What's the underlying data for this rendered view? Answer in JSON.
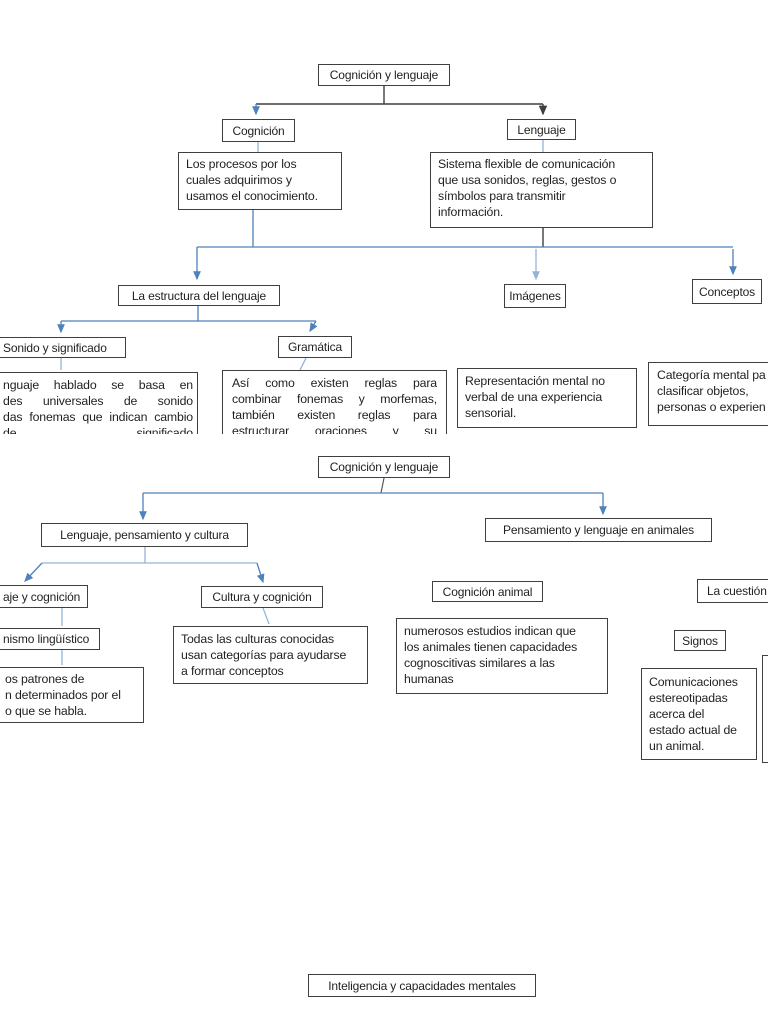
{
  "colors": {
    "box_border": "#3f3f3f",
    "connector_blue": "#4f81bd",
    "connector_light_blue": "#95b3d7",
    "connector_black": "#3f3f3f",
    "background": "#ffffff"
  },
  "diagram1": {
    "root_label": "Cognición y lenguaje",
    "nodes": {
      "cognicion": "Cognición",
      "lenguaje": "Lenguaje",
      "estructura": "La estructura del lenguaje",
      "sonido": "Sonido y significado",
      "gramatica": "Gramática",
      "imagenes": "Imágenes",
      "conceptos": "Conceptos"
    },
    "defs": {
      "cognicion": [
        "Los procesos por los",
        "cuales adquirimos y",
        "usamos el conocimiento."
      ],
      "lenguaje": [
        "Sistema flexible de comunicación",
        "que usa sonidos, reglas, gestos o",
        "símbolos para transmitir",
        "información."
      ],
      "sonido": [
        "nguaje hablado se basa en",
        "des universales de sonido",
        "das fonemas que indican cambio",
        "de significado"
      ],
      "gramatica": [
        "Así como existen reglas para",
        "combinar fonemas y morfemas,",
        "también existen reglas para",
        "estructurar oraciones y su"
      ],
      "imagenes": [
        "Representación mental no",
        "verbal de una experiencia",
        "sensorial."
      ],
      "conceptos": [
        "Categoría mental pa",
        "clasificar objetos,",
        "personas o experien"
      ]
    }
  },
  "diagram2": {
    "root_label": "Cognición y lenguaje",
    "nodes": {
      "lenguaje_pensamiento_cultura": "Lenguaje, pensamiento y cultura",
      "pensamiento_lenguaje_animales": "Pensamiento y lenguaje en animales",
      "lenguaje_cognicion": "aje y cognición",
      "cultura_cognicion": "Cultura y cognición",
      "determinismo": "nismo lingüístico",
      "cognicion_animal": "Cognición animal",
      "la_cuestion": "La cuestión",
      "signos": "Signos"
    },
    "defs": {
      "determinismo": [
        "os patrones de",
        "n determinados por el",
        "o que se habla."
      ],
      "cultura_cognicion": [
        "Todas las culturas conocidas",
        "usan categorías para ayudarse",
        "a formar conceptos"
      ],
      "cognicion_animal": [
        "numerosos estudios indican que",
        "los animales tienen capacidades",
        "cognoscitivas similares a las",
        "humanas"
      ],
      "signos": [
        "Comunicaciones",
        "estereotipadas",
        "acerca del",
        "estado actual de",
        "un animal."
      ]
    }
  },
  "footer": {
    "inteligencia_label": "Inteligencia y capacidades mentales"
  }
}
